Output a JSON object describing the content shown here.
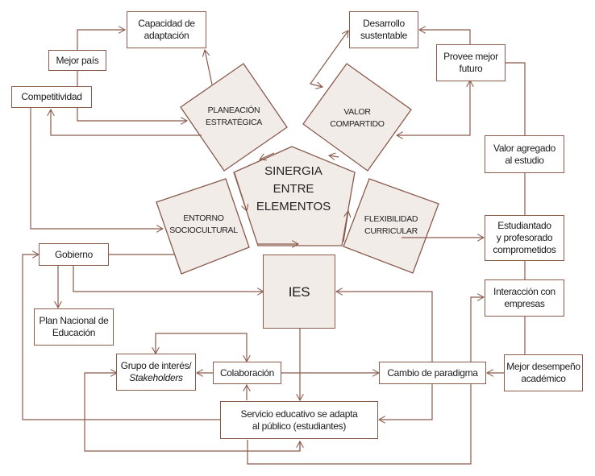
{
  "diagram": {
    "colors": {
      "line": "#8a5a4c",
      "shape_fill": "#f2ece9",
      "box_fill": "#ffffff",
      "text": "#1a1a1a"
    },
    "center": {
      "line1": "SINERGIA",
      "line2": "ENTRE",
      "line3": "ELEMENTOS"
    },
    "squares": {
      "planeacion": {
        "line1": "PLANEACIÓN",
        "line2": "ESTRATÉGICA"
      },
      "valor": {
        "line1": "VALOR",
        "line2": "COMPARTIDO"
      },
      "entorno": {
        "line1": "ENTORNO",
        "line2": "SOCIOCULTURAL"
      },
      "flexibilidad": {
        "line1": "FLEXIBILIDAD",
        "line2": "CURRICULAR"
      }
    },
    "ies": "IES",
    "boxes": {
      "capacidad": {
        "line1": "Capacidad de",
        "line2": "adaptación"
      },
      "mejor_pais": "Mejor país",
      "competitividad": "Competitividad",
      "desarrollo": {
        "line1": "Desarrollo",
        "line2": "sustentable"
      },
      "provee": {
        "line1": "Provee mejor",
        "line2": "futuro"
      },
      "valor_agregado": {
        "line1": "Valor agregado",
        "line2": "al estudio"
      },
      "estudiantado": {
        "line1": "Estudiantado",
        "line2": "y profesorado",
        "line3": "comprometidos"
      },
      "interaccion": {
        "line1": "Interacción con",
        "line2": "empresas"
      },
      "mejor_desempeno": {
        "line1": "Mejor desempeño",
        "line2": "académico"
      },
      "gobierno": "Gobierno",
      "plan_nacional": {
        "line1": "Plan Nacional de",
        "line2": "Educación"
      },
      "grupo_interes": {
        "line1": "Grupo de interés/",
        "line2": "Stakeholders"
      },
      "colaboracion": "Colaboración",
      "cambio": "Cambio de paradigma",
      "servicio": {
        "line1": "Servicio educativo se adapta",
        "line2": "al público (estudiantes)"
      }
    }
  }
}
